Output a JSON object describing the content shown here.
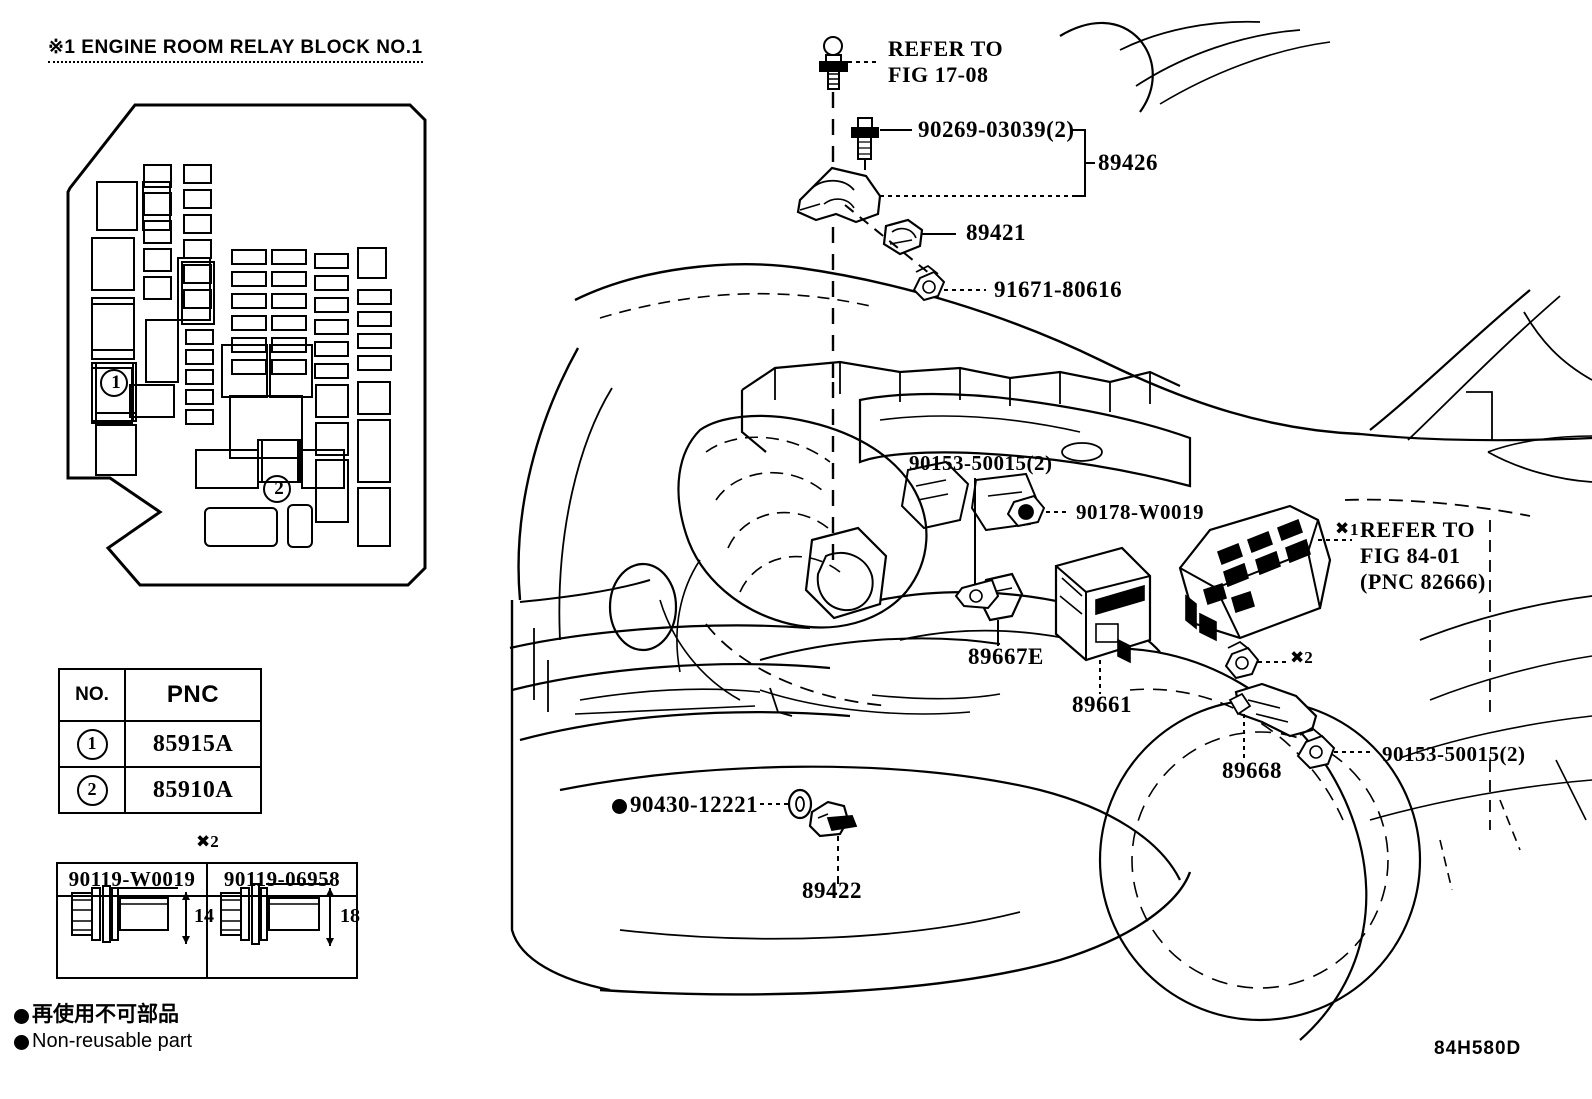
{
  "figure": {
    "code": "84H580D",
    "title": "※1 ENGINE ROOM RELAY BLOCK NO.1"
  },
  "callouts": {
    "refer_fig_17_08": "REFER TO\nFIG 17-08",
    "refer_fig_17_08_line1": "REFER TO",
    "refer_fig_17_08_line2": "FIG 17-08",
    "bolt_90269": "90269-03039(2)",
    "bracket_89426": "89426",
    "part_89421": "89421",
    "part_91671": "91671-80616",
    "bolt_90153_upper": "90153-50015(2)",
    "nut_90178": "90178-W0019",
    "refer_fig_84_01_line1": "REFER TO",
    "refer_fig_84_01_line2": "FIG 84-01",
    "refer_fig_84_01_line3": "(PNC 82666)",
    "part_89667E": "89667E",
    "part_89661": "89661",
    "part_89668": "89668",
    "bolt_90153_lower": "90153-50015(2)",
    "gasket_90430": "90430-12221",
    "part_89422": "89422",
    "mark_2_right": "※2"
  },
  "pnc_table": {
    "headers": [
      "NO.",
      "PNC"
    ],
    "rows": [
      {
        "no": "1",
        "pnc": "85915A"
      },
      {
        "no": "2",
        "pnc": "85910A"
      }
    ]
  },
  "bolt_table": {
    "mark": "※2",
    "columns": [
      {
        "part_number": "90119-W0019",
        "length": "14"
      },
      {
        "part_number": "90119-06958",
        "length": "18"
      }
    ]
  },
  "legend": {
    "japanese": "再使用不可部品",
    "english": "Non-reusable part",
    "marker": "●"
  },
  "relay_block": {
    "callout_1": "1",
    "callout_2": "2"
  },
  "colors": {
    "line": "#000000",
    "background": "#ffffff"
  }
}
